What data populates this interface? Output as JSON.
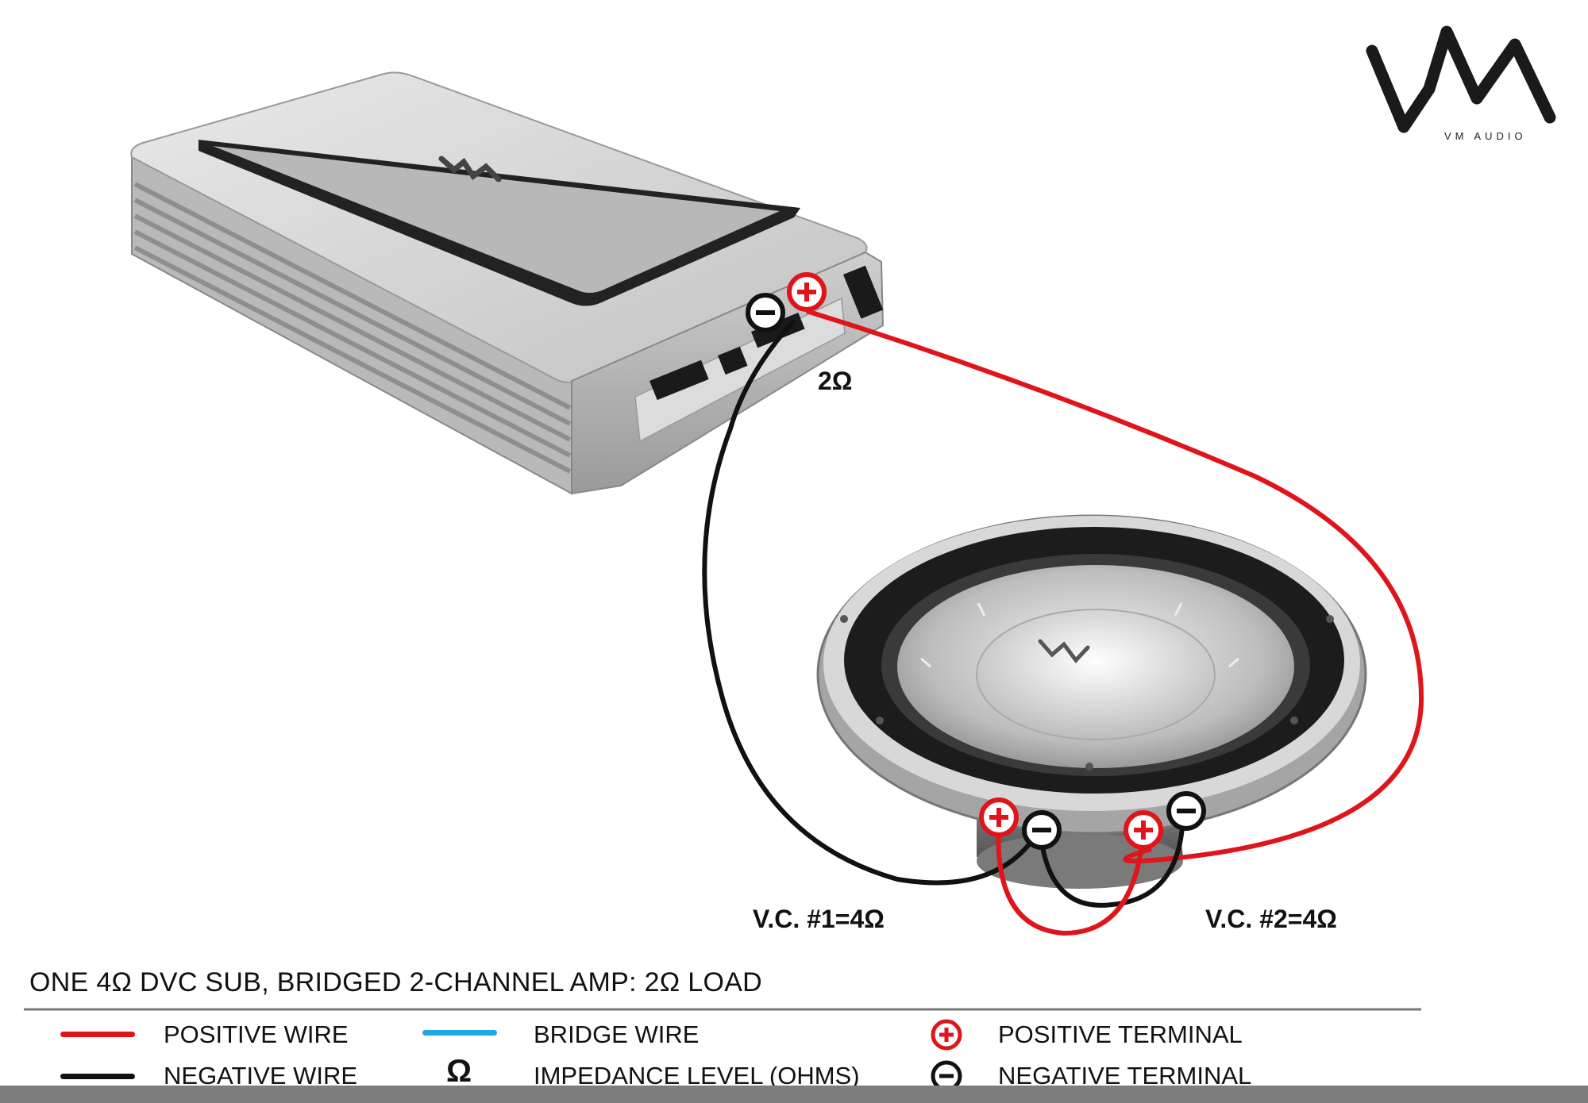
{
  "brand": {
    "logo_subtitle": "VM AUDIO",
    "logo_mark": "VM"
  },
  "diagram": {
    "title": "ONE 4Ω DVC SUB, BRIDGED 2-CHANNEL AMP: 2Ω LOAD",
    "amp_load_label": "2Ω",
    "voice_coil_1": "V.C. #1=4Ω",
    "voice_coil_2": "V.C. #2=4Ω",
    "positive_symbol": "+",
    "negative_symbol": "−"
  },
  "legend": {
    "positive_wire": "POSITIVE WIRE",
    "negative_wire": "NEGATIVE WIRE",
    "bridge_wire": "BRIDGE WIRE",
    "impedance_symbol": "Ω",
    "impedance": "IMPEDANCE LEVEL (OHMS)",
    "positive_terminal": "POSITIVE TERMINAL",
    "negative_terminal": "NEGATIVE TERMINAL"
  },
  "colors": {
    "positive": "#e0141b",
    "negative": "#111111",
    "bridge": "#1ea9e1",
    "metal": "#c9c9c9"
  }
}
